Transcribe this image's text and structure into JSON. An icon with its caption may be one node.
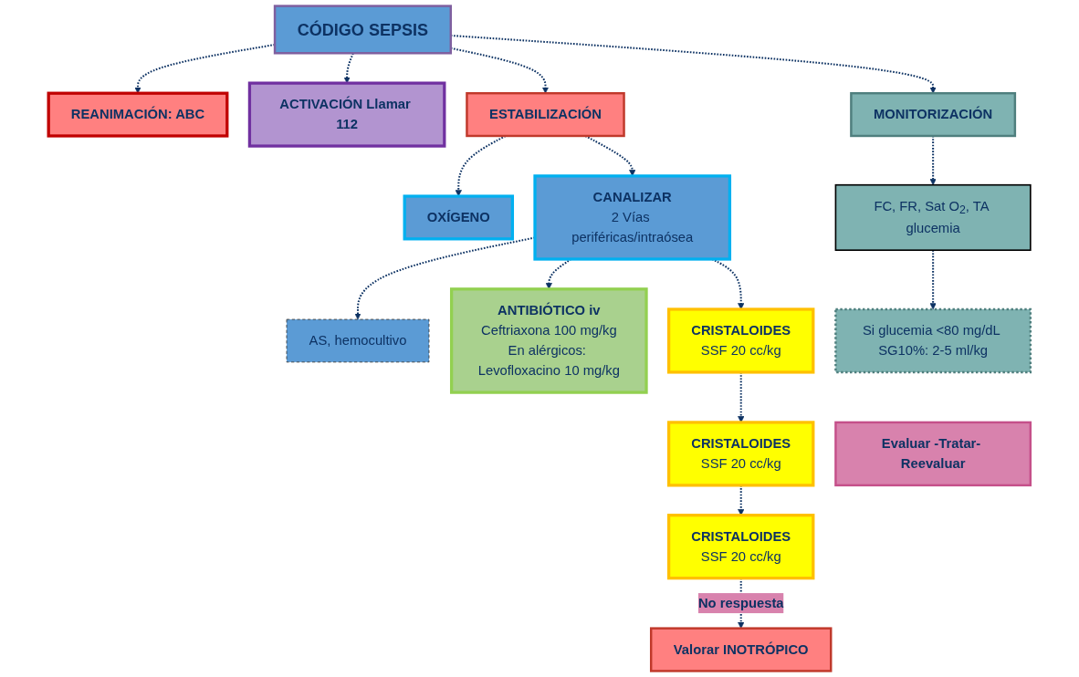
{
  "diagram": {
    "nodes": [
      {
        "text": [
          "CÓDIGO SEPSIS"
        ]
      },
      {
        "text": [
          "REANIMACIÓN: ABC"
        ]
      },
      {
        "text": [
          "ACTIVACIÓN Llamar 112"
        ]
      },
      {
        "text": [
          "ESTABILIZACIÓN"
        ]
      },
      {
        "text": [
          "MONITORIZACIÓN"
        ]
      },
      {
        "text": [
          "OXÍGENO"
        ]
      },
      {
        "text": [
          "CANALIZAR",
          "2 Vías periféricas/intraósea"
        ]
      },
      {
        "text": [
          "FC, FR, Sat O$_{2}$, TA glucemia"
        ]
      },
      {
        "text": [
          "AS, hemocultivo"
        ]
      },
      {
        "text": [
          "ANTIBIÓTICO iv",
          "Ceftriaxona 100 mg/kg",
          "En alérgicos: Levofloxacino 10 mg/kg"
        ]
      },
      {
        "text": [
          "CRISTALOIDES",
          "SSF 20 cc/kg"
        ]
      },
      {
        "text": [
          "Si glucemia <80 mg/dL SG10%: 2-5 ml/kg"
        ]
      },
      {
        "text": [
          "CRISTALOIDES",
          "SSF 20 cc/kg"
        ]
      },
      {
        "text": [
          "Evaluar -Tratar- Reevaluar"
        ]
      },
      {
        "text": [
          "CRISTALOIDES",
          "SSF 20 cc/kg"
        ]
      },
      {
        "text": [
          "Valorar INOTRÓPICO"
        ]
      }
    ],
    "edges": [
      {
        "from": 0,
        "to": 1,
        "arrow": "to"
      },
      {
        "from": 0,
        "to": 2,
        "arrow": "to"
      },
      {
        "from": 0,
        "to": 3,
        "arrow": "to"
      },
      {
        "from": 0,
        "to": 4,
        "arrow": "to"
      },
      {
        "from": 3,
        "to": 5,
        "arrow": "to"
      },
      {
        "from": 3,
        "to": 6,
        "arrow": "to"
      },
      {
        "from": 4,
        "to": 7,
        "arrow": "to"
      },
      {
        "from": 6,
        "to": 8,
        "arrow": "to"
      },
      {
        "from": 6,
        "to": 9,
        "arrow": "to"
      },
      {
        "from": 6,
        "to": 10,
        "arrow": "to"
      },
      {
        "from": 7,
        "to": 11,
        "arrow": "to"
      },
      {
        "from": 10,
        "to": 12,
        "arrow": "to"
      },
      {
        "from": 12,
        "to": 14,
        "arrow": "to"
      },
      {
        "from": 14,
        "to": 15,
        "arrow": "to",
        "label": "No respuesta"
      }
    ]
  }
}
